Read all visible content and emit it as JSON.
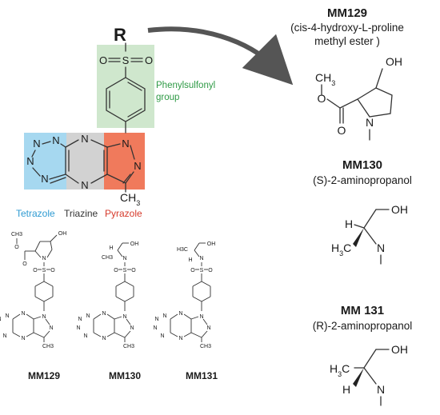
{
  "colors": {
    "sulfonyl_box": "#cfe7cd",
    "tetrazole_box": "#a6d8f0",
    "triazine_box": "#d2d2d2",
    "pyrazole_box": "#f07a5c",
    "tetrazole_text": "#2f9bd2",
    "triazine_text": "#333333",
    "pyrazole_text": "#d63a2b",
    "phenylsulfonyl_text": "#2e9a45",
    "arrow": "#555555"
  },
  "core": {
    "r_label": "R",
    "phenylsulfonyl_line1": "Phenylsulfonyl",
    "phenylsulfonyl_line2": "group",
    "tetrazole": "Tetrazole",
    "triazine": "Triazine",
    "pyrazole": "Pyrazole",
    "atoms": {
      "S": "S",
      "O": "O",
      "N": "N",
      "CH3": "CH",
      "sub3": "3"
    }
  },
  "compounds": [
    {
      "code": "MM129",
      "name_line1": "(cis-4-hydroxy-L-proline",
      "name_line2": "methyl ester )"
    },
    {
      "code": "MM130",
      "name_line1": "(S)-2-aminopropanol"
    },
    {
      "code": "MM 131",
      "name_line1": "(R)-2-aminopropanol"
    }
  ],
  "bottom_labels": [
    "MM129",
    "MM130",
    "MM131"
  ],
  "structure_atoms": {
    "OH": "OH",
    "O": "O",
    "N": "N",
    "H": "H",
    "CH3": "CH",
    "H3C": "H",
    "sub3": "3",
    "C": "C"
  }
}
